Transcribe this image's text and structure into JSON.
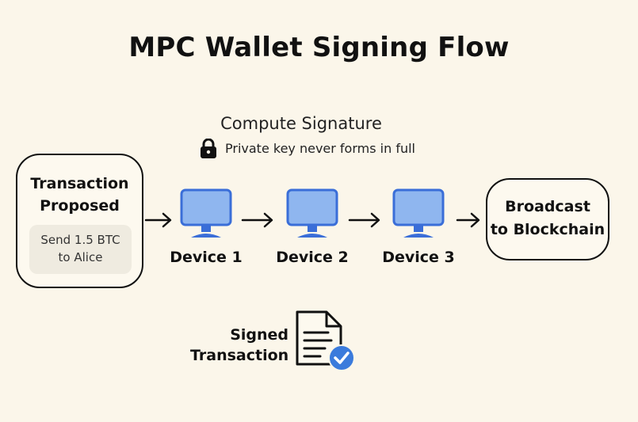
{
  "title": "MPC Wallet Signing Flow",
  "compute": {
    "title": "Compute Signature",
    "note": "Private key never forms in full"
  },
  "transaction": {
    "title_line1": "Transaction",
    "title_line2": "Proposed",
    "detail_line1": "Send 1.5 BTC",
    "detail_line2": "to Alice"
  },
  "devices": [
    {
      "label": "Device 1",
      "icon": "monitor-icon"
    },
    {
      "label": "Device 2",
      "icon": "monitor-icon"
    },
    {
      "label": "Device 3",
      "icon": "monitor-icon"
    }
  ],
  "broadcast": {
    "line1": "Broadcast",
    "line2": "to Blockchain"
  },
  "signed": {
    "line1": "Signed",
    "line2": "Transaction",
    "icon": "signed-document-icon"
  },
  "colors": {
    "background": "#fbf6ea",
    "monitor": "#8fb6ef",
    "monitor_stand": "#3a6ed8",
    "check_badge": "#3b7bdc"
  }
}
